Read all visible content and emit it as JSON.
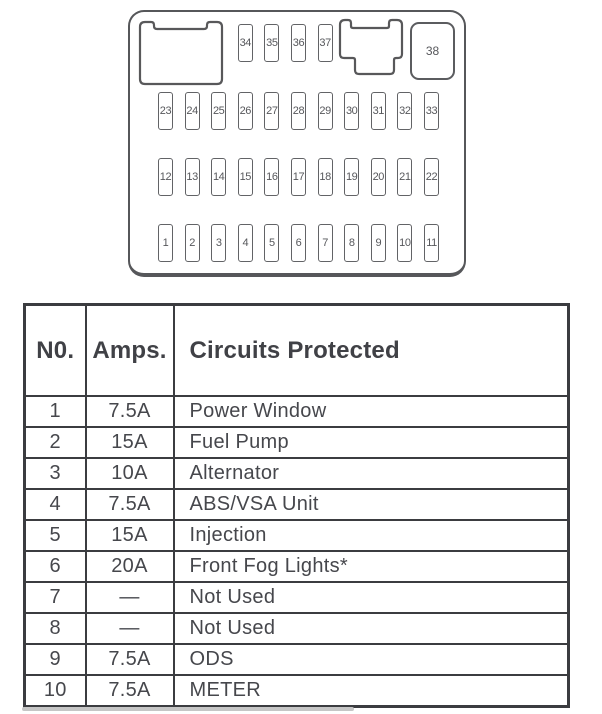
{
  "colors": {
    "diagram_stroke": "#58585a",
    "table_border": "#3b3c40",
    "table_text": "#46474c"
  },
  "diagram": {
    "top_row_fuses": [
      "34",
      "35",
      "36",
      "37"
    ],
    "large_fuse_label": "38",
    "fuse_rows": [
      [
        "23",
        "24",
        "25",
        "26",
        "27",
        "28",
        "29",
        "30",
        "31",
        "32",
        "33"
      ],
      [
        "12",
        "13",
        "14",
        "15",
        "16",
        "17",
        "18",
        "19",
        "20",
        "21",
        "22"
      ],
      [
        "1",
        "2",
        "3",
        "4",
        "5",
        "6",
        "7",
        "8",
        "9",
        "10",
        "11"
      ]
    ]
  },
  "table": {
    "headers": {
      "no": "N0.",
      "amps": "Amps.",
      "circuits": "Circuits Protected"
    },
    "rows": [
      {
        "no": "1",
        "amps": "7.5A",
        "circuit": "Power Window"
      },
      {
        "no": "2",
        "amps": "15A",
        "circuit": "Fuel Pump"
      },
      {
        "no": "3",
        "amps": "10A",
        "circuit": "Alternator"
      },
      {
        "no": "4",
        "amps": "7.5A",
        "circuit": "ABS/VSA Unit"
      },
      {
        "no": "5",
        "amps": "15A",
        "circuit": "Injection"
      },
      {
        "no": "6",
        "amps": "20A",
        "circuit": "Front Fog Lights*"
      },
      {
        "no": "7",
        "amps": "—",
        "circuit": "Not Used"
      },
      {
        "no": "8",
        "amps": "—",
        "circuit": "Not Used"
      },
      {
        "no": "9",
        "amps": "7.5A",
        "circuit": "ODS"
      },
      {
        "no": "10",
        "amps": "7.5A",
        "circuit": "METER"
      }
    ]
  }
}
